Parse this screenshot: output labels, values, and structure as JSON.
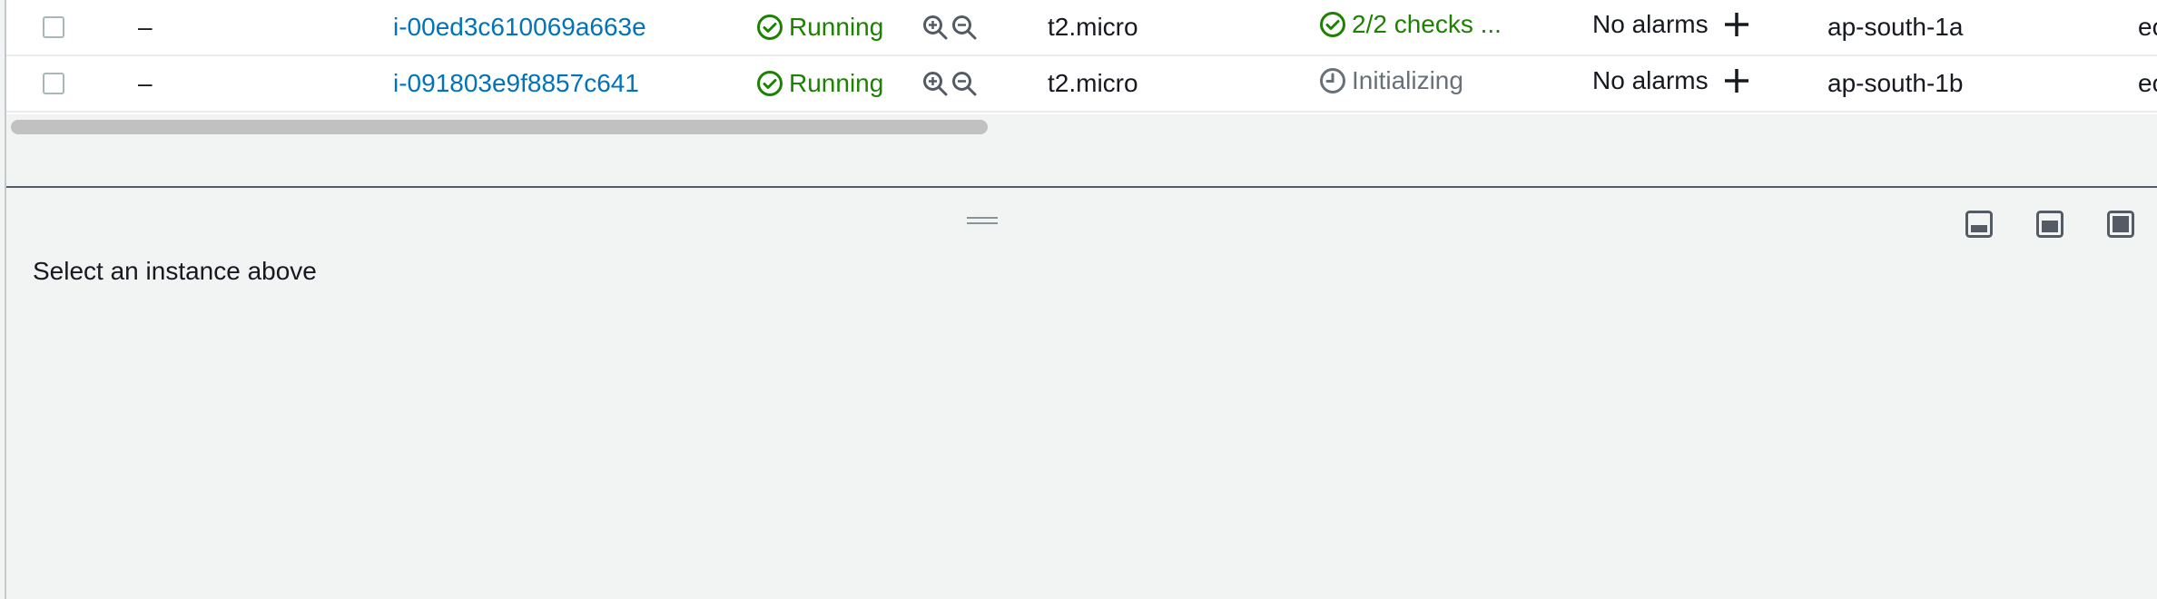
{
  "instances": [
    {
      "name": "–",
      "instance_id": "i-00ed3c610069a663e",
      "state": "Running",
      "type": "t2.micro",
      "status_check": "2/2 checks ...",
      "status_check_kind": "passed",
      "alarms": "No alarms",
      "az": "ap-south-1a",
      "trailing": "ec"
    },
    {
      "name": "–",
      "instance_id": "i-091803e9f8857c641",
      "state": "Running",
      "type": "t2.micro",
      "status_check": "Initializing",
      "status_check_kind": "initializing",
      "alarms": "No alarms",
      "az": "ap-south-1b",
      "trailing": "ec"
    }
  ],
  "details_panel": {
    "placeholder": "Select an instance above"
  },
  "icons": {
    "state": "check-circle-icon",
    "zoom_in": "zoom-in-icon",
    "zoom_out": "zoom-out-icon",
    "add_alarm": "plus-icon",
    "initializing": "clock-icon",
    "layouts": [
      "split-bottom-icon",
      "split-middle-icon",
      "split-full-icon"
    ]
  },
  "colors": {
    "link": "#0073bb",
    "success": "#1d8102",
    "pending": "#687078"
  }
}
